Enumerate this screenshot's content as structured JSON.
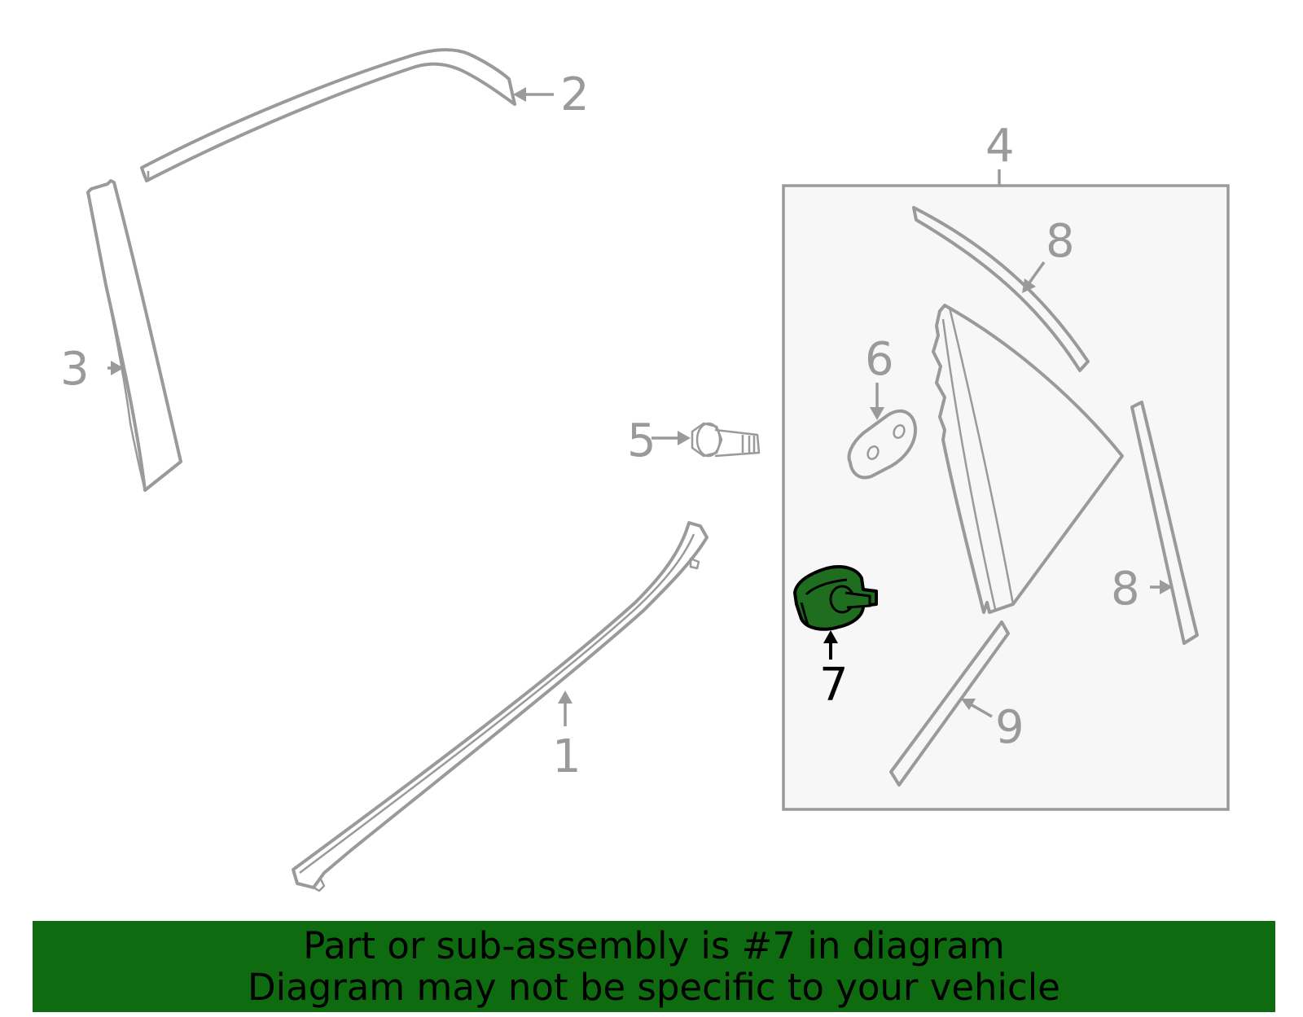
{
  "colors": {
    "part_outline": "#9a9a9a",
    "highlight_fill": "#1f6e1f",
    "banner_background": "#0f6b0f",
    "subassembly_box_fill": "#f7f7f7"
  },
  "callouts": {
    "c1": "1",
    "c2": "2",
    "c3": "3",
    "c4": "4",
    "c5": "5",
    "c6": "6",
    "c7": "7",
    "c8a": "8",
    "c8b": "8",
    "c9": "9"
  },
  "highlighted_part": "7",
  "banner": {
    "line1": "Part or sub-assembly is #7 in diagram",
    "line2": "Diagram may not be specific to your vehicle"
  }
}
